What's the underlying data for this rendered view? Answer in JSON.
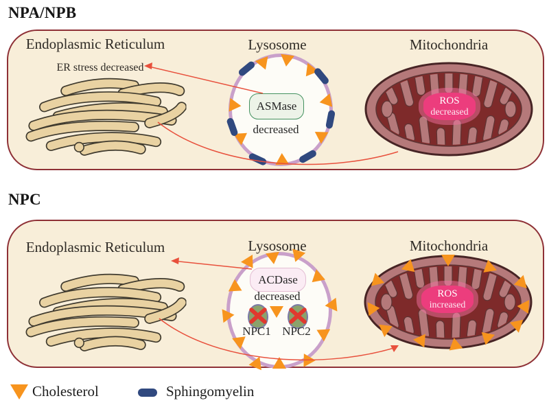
{
  "titles": {
    "panel1": "NPA/NPB",
    "panel2": "NPC"
  },
  "panel1": {
    "er_label": "Endoplasmic Reticulum",
    "er_note": "ER stress decreased",
    "lysosome_label": "Lysosome",
    "enzyme_label": "ASMase",
    "enzyme_status": "decreased",
    "mito_label": "Mitochondria",
    "ros_word": "ROS",
    "ros_status": "decreased"
  },
  "panel2": {
    "er_label": "Endoplasmic Reticulum",
    "lysosome_label": "Lysosome",
    "enzyme_label": "ACDase",
    "enzyme_status": "decreased",
    "npc1_label": "NPC1",
    "npc2_label": "NPC2",
    "mito_label": "Mitochondria",
    "ros_word": "ROS",
    "ros_status": "increased"
  },
  "legend": {
    "cholesterol_label": "Cholesterol",
    "sphingomyelin_label": "Sphingomyelin"
  },
  "colors": {
    "cholesterol_orange": "#f7941e",
    "sphingomyelin_navy": "#30497f",
    "panel_border_red": "#8e3036",
    "panel_bg_cream": "#f8eed9",
    "lysosome_membrane_plum": "#c9a0ca",
    "ros_pink": "#ec3d7d",
    "mito_outer_rose": "#b5797a",
    "mito_matrix_maroon": "#7e2a2a",
    "connector_red": "#e8503c",
    "er_tan": "#e9d2a2"
  }
}
